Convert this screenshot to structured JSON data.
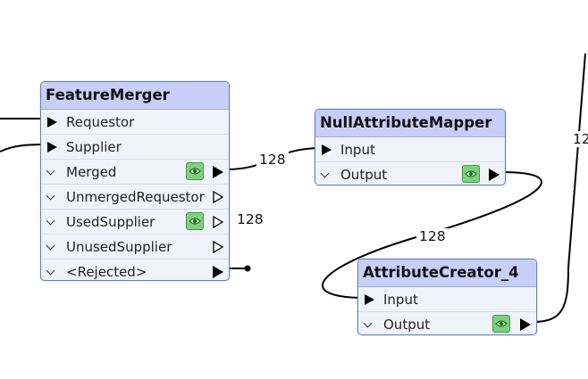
{
  "nodes": {
    "feature_merger": {
      "title": "FeatureMerger",
      "inputs": [
        "Requestor",
        "Supplier"
      ],
      "outputs": [
        "Merged",
        "UnmergedRequestor",
        "UsedSupplier",
        "UnusedSupplier",
        "<Rejected>"
      ]
    },
    "null_attribute_mapper": {
      "title": "NullAttributeMapper",
      "inputs": [
        "Input"
      ],
      "outputs": [
        "Output"
      ]
    },
    "attribute_creator": {
      "title": "AttributeCreator_4",
      "inputs": [
        "Input"
      ],
      "outputs": [
        "Output"
      ]
    }
  },
  "feature_counts": {
    "merged_to_mapper": "128",
    "used_supplier": "128",
    "mapper_to_creator": "128",
    "creator_out": "12"
  },
  "icons": {
    "inspect": "eye-icon",
    "input_port": "triangle-right-solid",
    "expand": "chevron-down-icon"
  },
  "colors": {
    "node_title_bg": "#c8cff7",
    "node_border": "#5e80c7",
    "node_body_bg": "#f1f3fb",
    "inspect_green": "#7ed17e"
  }
}
